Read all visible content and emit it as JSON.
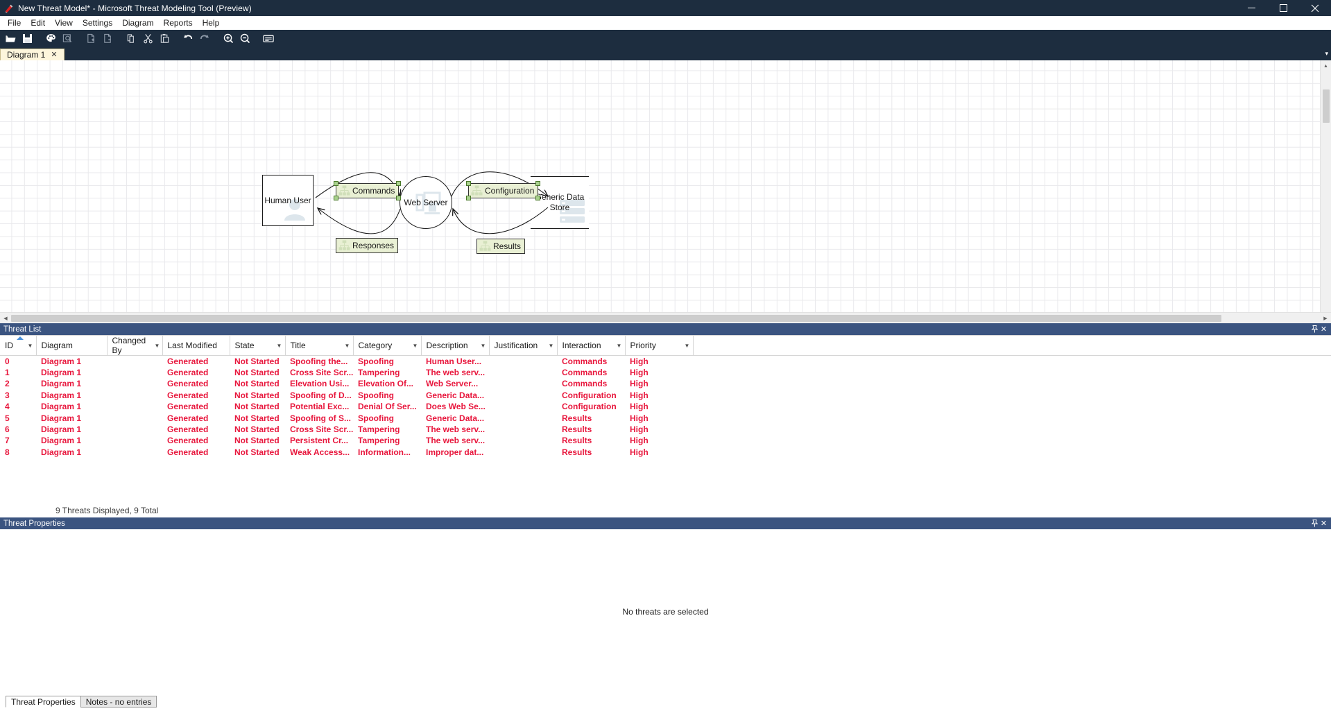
{
  "window": {
    "title": "New Threat Model* - Microsoft Threat Modeling Tool  (Preview)",
    "app_icon": "threat-model-icon",
    "minimize_label": "─",
    "maximize_label": "❐",
    "close_label": "✕"
  },
  "menu": {
    "items": [
      {
        "label": "File"
      },
      {
        "label": "Edit"
      },
      {
        "label": "View"
      },
      {
        "label": "Settings"
      },
      {
        "label": "Diagram"
      },
      {
        "label": "Reports"
      },
      {
        "label": "Help"
      }
    ]
  },
  "toolbar": {
    "buttons": [
      {
        "name": "open-icon",
        "title": "Open"
      },
      {
        "name": "save-icon",
        "title": "Save"
      },
      {
        "name": "palette-icon",
        "title": "Template Editor"
      },
      {
        "name": "analysis-view-icon",
        "title": "Switch to Analysis View"
      },
      {
        "name": "add-diagram-icon",
        "title": "Add Diagram"
      },
      {
        "name": "remove-diagram-icon",
        "title": "Remove Diagram"
      },
      {
        "name": "copy-diagram-icon",
        "title": "Copy Diagram"
      },
      {
        "name": "cut-icon",
        "title": "Cut"
      },
      {
        "name": "paste-icon",
        "title": "Paste"
      },
      {
        "name": "undo-icon",
        "title": "Undo"
      },
      {
        "name": "redo-icon",
        "title": "Redo"
      },
      {
        "name": "zoom-in-icon",
        "title": "Zoom In"
      },
      {
        "name": "zoom-out-icon",
        "title": "Zoom Out"
      },
      {
        "name": "notes-icon",
        "title": "Notes"
      }
    ]
  },
  "tabs": {
    "items": [
      {
        "label": "Diagram 1",
        "close": "✕",
        "active": true
      }
    ],
    "overflow": "▾"
  },
  "diagram": {
    "nodes": [
      {
        "id": "human-user",
        "label": "Human User",
        "shape": "rect",
        "watermark": "person-icon"
      },
      {
        "id": "web-server",
        "label": "Web Server",
        "shape": "circle",
        "watermark": "server-screen-icon"
      },
      {
        "id": "generic-data-store",
        "label": "Generic Data\nStore",
        "shape": "store",
        "watermark": "database-stack-icon"
      }
    ],
    "flows": [
      {
        "id": "commands",
        "label": "Commands",
        "watermark": "dataflow-icon",
        "selected": true
      },
      {
        "id": "responses",
        "label": "Responses",
        "watermark": "dataflow-icon",
        "selected": false
      },
      {
        "id": "configuration",
        "label": "Configuration",
        "watermark": "dataflow-icon",
        "selected": true
      },
      {
        "id": "results",
        "label": "Results",
        "watermark": "dataflow-icon",
        "selected": false
      }
    ]
  },
  "threat_list": {
    "panel_title": "Threat List",
    "pin_icon": "▮",
    "close_icon": "✕",
    "columns": [
      {
        "label": "ID",
        "width": 52,
        "sorted": "asc",
        "filter": true
      },
      {
        "label": "Diagram",
        "width": 102,
        "filter": false
      },
      {
        "label": "Changed By",
        "width": 80,
        "filter": true
      },
      {
        "label": "Last Modified",
        "width": 97,
        "filter": false
      },
      {
        "label": "State",
        "width": 80,
        "filter": true
      },
      {
        "label": "Title",
        "width": 98,
        "filter": true
      },
      {
        "label": "Category",
        "width": 98,
        "filter": true
      },
      {
        "label": "Description",
        "width": 98,
        "filter": true
      },
      {
        "label": "Justification",
        "width": 98,
        "filter": true
      },
      {
        "label": "Interaction",
        "width": 98,
        "filter": true
      },
      {
        "label": "Priority",
        "width": 98,
        "filter": true
      }
    ],
    "rows": [
      [
        "0",
        "Diagram 1",
        "",
        "Generated",
        "Not Started",
        "Spoofing the...",
        "Spoofing",
        "Human User...",
        "",
        "Commands",
        "High"
      ],
      [
        "1",
        "Diagram 1",
        "",
        "Generated",
        "Not Started",
        "Cross Site Scr...",
        "Tampering",
        "The web serv...",
        "",
        "Commands",
        "High"
      ],
      [
        "2",
        "Diagram 1",
        "",
        "Generated",
        "Not Started",
        "Elevation Usi...",
        "Elevation Of...",
        "Web Server...",
        "",
        "Commands",
        "High"
      ],
      [
        "3",
        "Diagram 1",
        "",
        "Generated",
        "Not Started",
        "Spoofing of D...",
        "Spoofing",
        "Generic Data...",
        "",
        "Configuration",
        "High"
      ],
      [
        "4",
        "Diagram 1",
        "",
        "Generated",
        "Not Started",
        "Potential Exc...",
        "Denial Of Ser...",
        "Does Web Se...",
        "",
        "Configuration",
        "High"
      ],
      [
        "5",
        "Diagram 1",
        "",
        "Generated",
        "Not Started",
        "Spoofing of S...",
        "Spoofing",
        "Generic Data...",
        "",
        "Results",
        "High"
      ],
      [
        "6",
        "Diagram 1",
        "",
        "Generated",
        "Not Started",
        "Cross Site Scr...",
        "Tampering",
        "The web serv...",
        "",
        "Results",
        "High"
      ],
      [
        "7",
        "Diagram 1",
        "",
        "Generated",
        "Not Started",
        "Persistent Cr...",
        "Tampering",
        "The web serv...",
        "",
        "Results",
        "High"
      ],
      [
        "8",
        "Diagram 1",
        "",
        "Generated",
        "Not Started",
        "Weak Access...",
        "Information...",
        "Improper dat...",
        "",
        "Results",
        "High"
      ]
    ],
    "status": "9 Threats Displayed, 9 Total"
  },
  "threat_properties": {
    "panel_title": "Threat Properties",
    "pin_icon": "▮",
    "close_icon": "✕",
    "empty_message": "No threats are selected",
    "tabs": [
      {
        "label": "Threat Properties",
        "active": true
      },
      {
        "label": "Notes - no entries",
        "active": false
      }
    ]
  },
  "colors": {
    "titlebar": "#1d2d3f",
    "panel_header": "#3b5480",
    "threat_text": "#e8173d",
    "tab_active": "#fdf6dc",
    "flow_label_bg": "#e9f0d4"
  }
}
